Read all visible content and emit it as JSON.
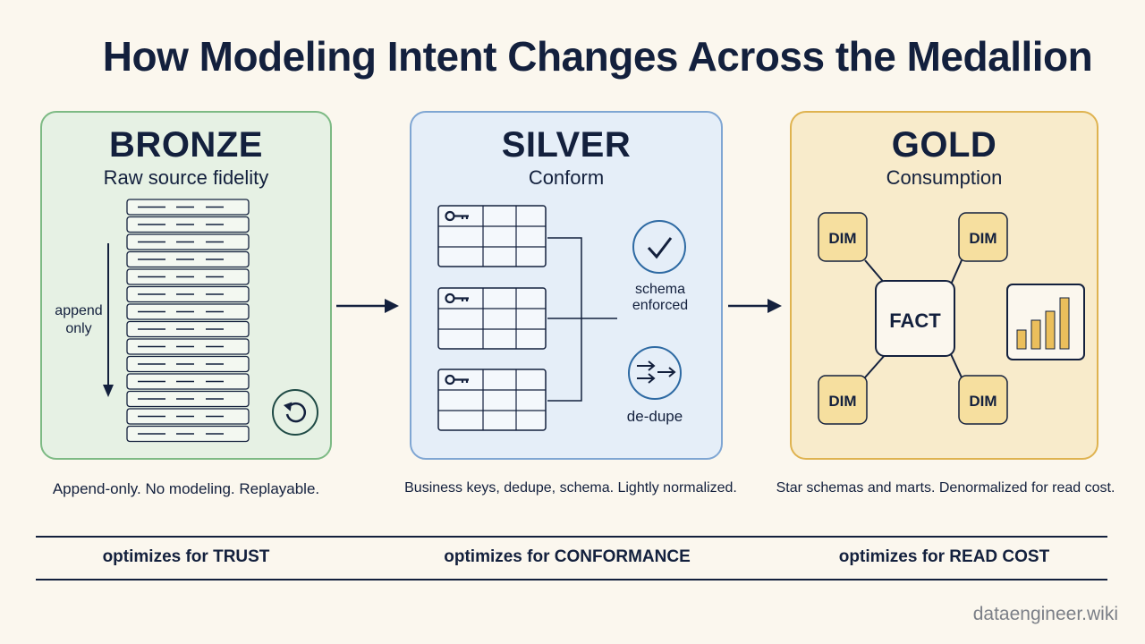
{
  "title": "How Modeling Intent Changes Across the Medallion",
  "layers": {
    "bronze": {
      "title": "BRONZE",
      "subtitle": "Raw source fidelity",
      "append_label_line1": "append",
      "append_label_line2": "only",
      "caption": "Append-only. No modeling. Replayable.",
      "optimizes": "optimizes for TRUST"
    },
    "silver": {
      "title": "SILVER",
      "subtitle": "Conform",
      "schema_line1": "schema",
      "schema_line2": "enforced",
      "dedupe_label": "de-dupe",
      "caption": "Business keys, dedupe, schema. Lightly normalized.",
      "optimizes": "optimizes for CONFORMANCE"
    },
    "gold": {
      "title": "GOLD",
      "subtitle": "Consumption",
      "fact_label": "FACT",
      "dim_label": "DIM",
      "caption": "Star schemas and marts. Denormalized for read cost.",
      "optimizes": "optimizes for READ COST"
    }
  },
  "footer": "dataengineer.wiki",
  "colors": {
    "ink": "#13203d",
    "bronze_fill": "#e6f1e4",
    "bronze_border": "#7dba84",
    "silver_fill": "#e5eef8",
    "silver_border": "#7fa6d3",
    "gold_fill": "#f8ebcb",
    "gold_border": "#dfb350",
    "dim_fill": "#f6df9f",
    "bar_fill": "#ebbf5c"
  },
  "icons": [
    "down-arrow-icon",
    "replay-icon",
    "key-icon",
    "checkmark-icon",
    "dedupe-arrows-icon",
    "bar-chart-icon",
    "right-arrow-icon"
  ]
}
